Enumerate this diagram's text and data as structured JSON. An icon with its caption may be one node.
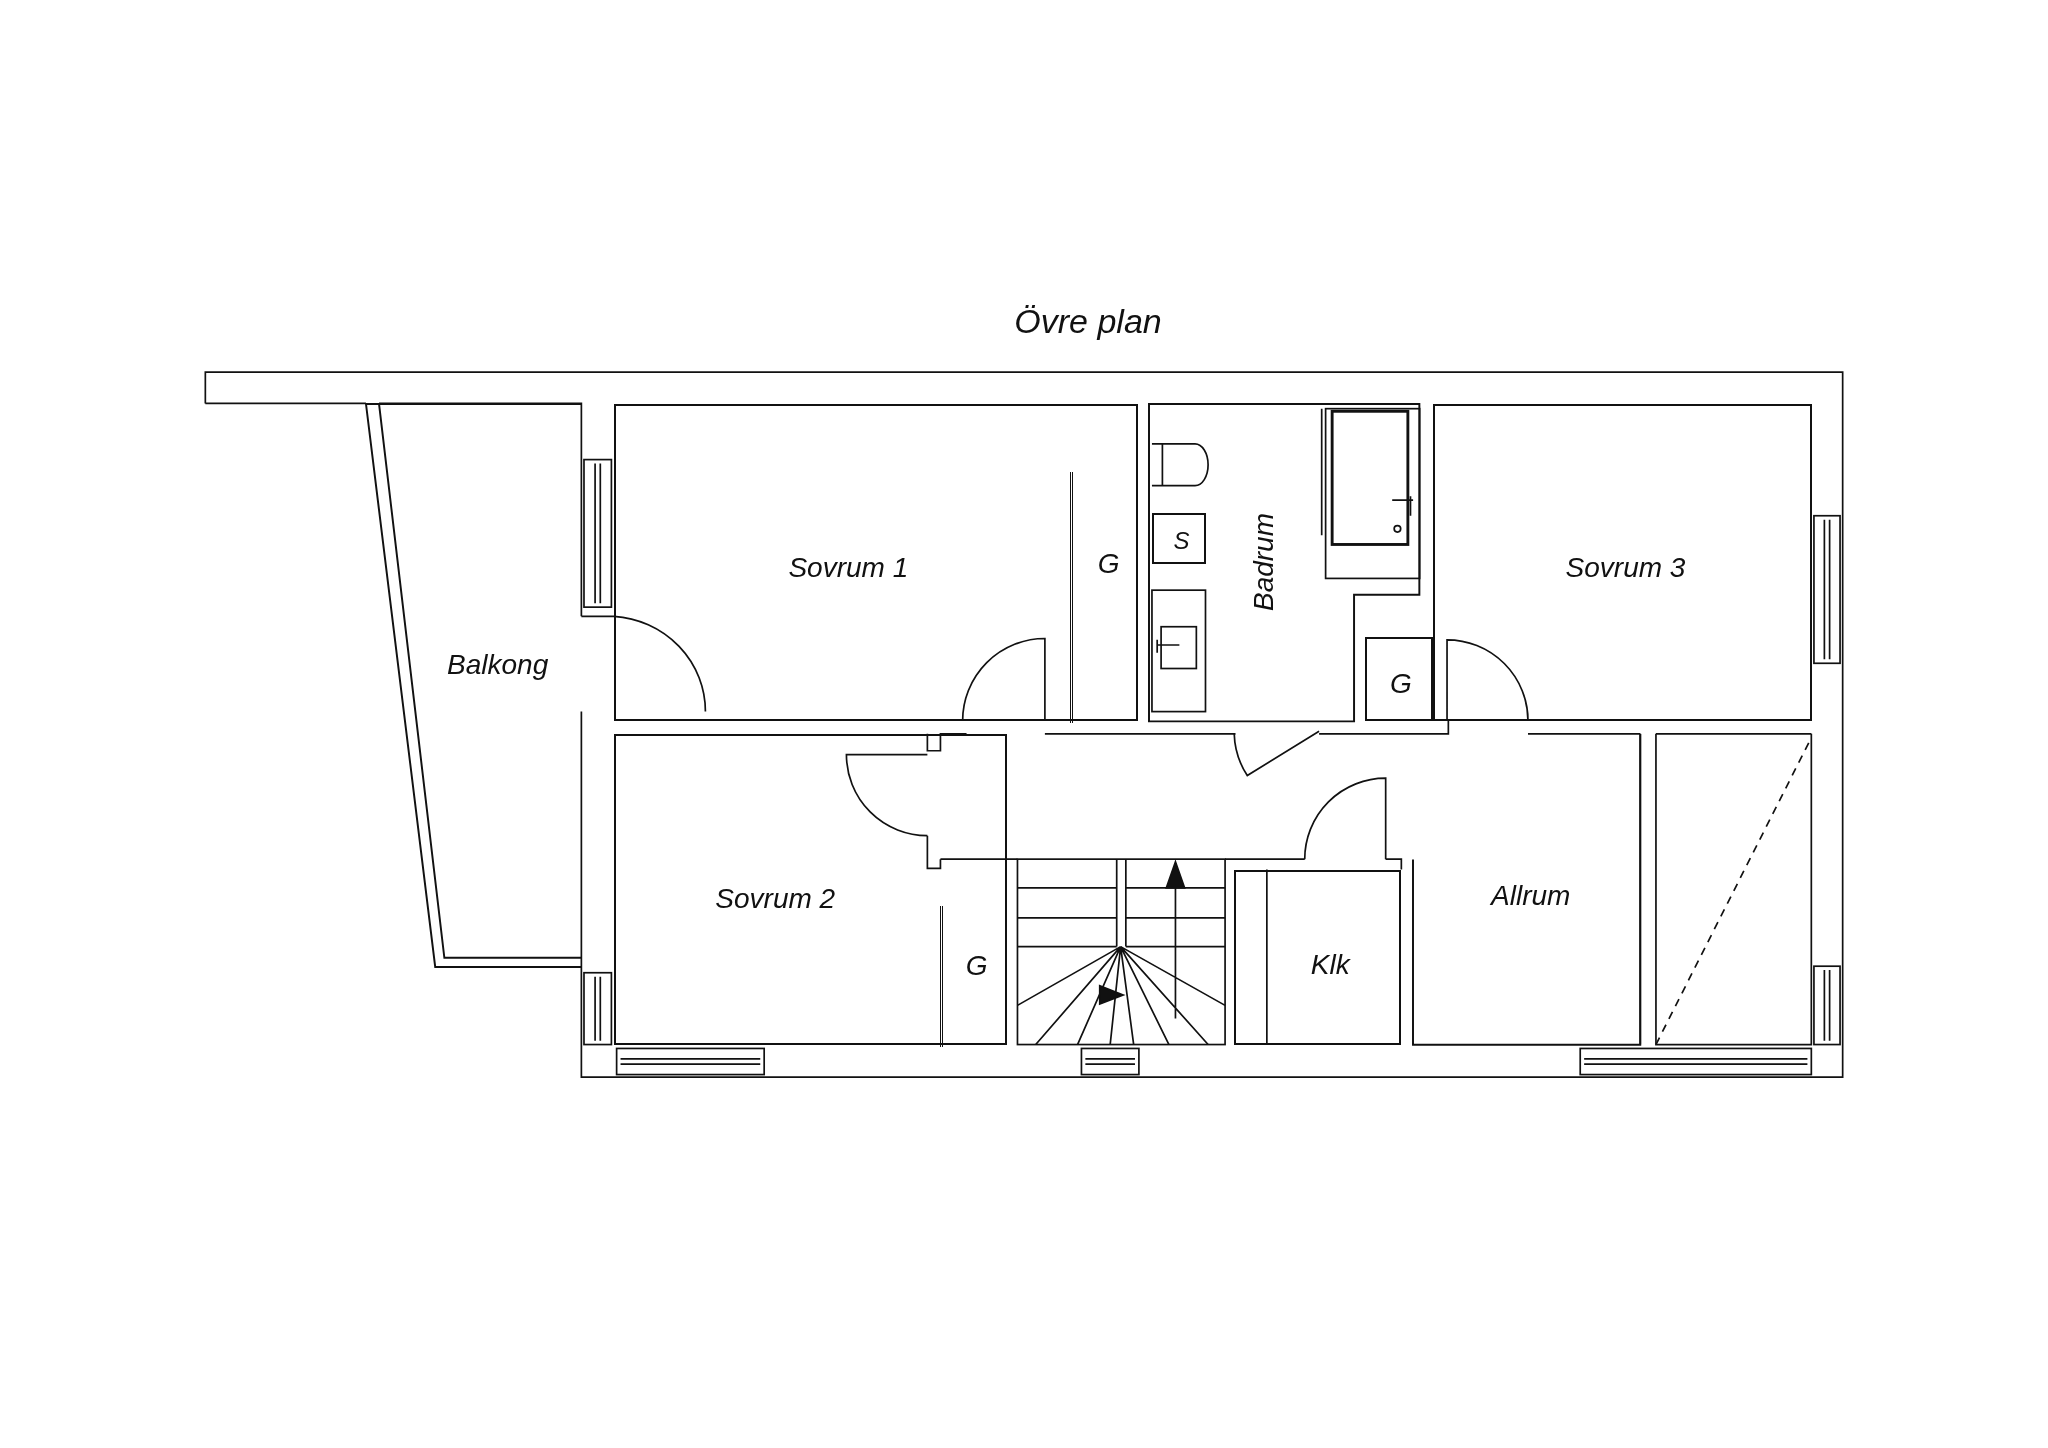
{
  "diagram": {
    "title": "Övre plan",
    "nodes": [
      {
        "text": [
          "Balkong"
        ]
      },
      {
        "text": [
          "Sovrum 1"
        ]
      },
      {
        "text": [
          "G"
        ],
        "in": 1
      },
      {
        "text": [
          "Badrum"
        ]
      },
      {
        "text": [
          "S"
        ],
        "in": 3
      },
      {
        "text": [
          "G"
        ]
      },
      {
        "text": [
          "Sovrum 3"
        ]
      },
      {
        "text": [
          "Sovrum 2"
        ]
      },
      {
        "text": [
          "G"
        ],
        "in": 7
      },
      {
        "text": [
          "Klk"
        ]
      },
      {
        "text": [
          "Allrum"
        ]
      }
    ]
  }
}
